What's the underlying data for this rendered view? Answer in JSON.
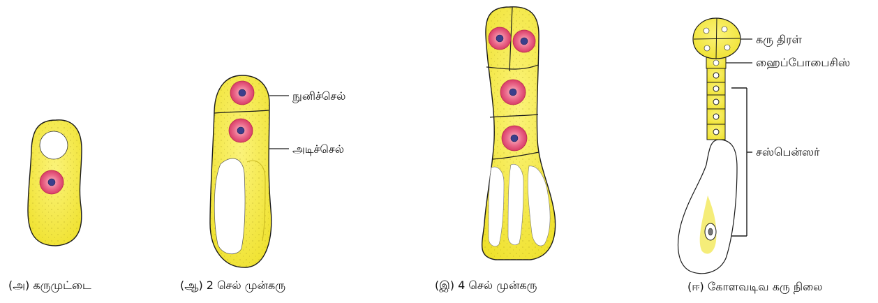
{
  "labels": {
    "apical_cell": "நுனிச்செல்",
    "basal_cell": "அடிச்செல்",
    "embryo_mass": "கரு திரள்",
    "hypophysis": "ஹைப்போபைசிஸ்",
    "suspensor": "சஸ்பென்ஸர்"
  },
  "captions": [
    "(அ) கருமுட்டை",
    "(ஆ) 2 செல் முன்கரு",
    "(இ) 4 செல் முன்கரு",
    "(ஈ) கோளவடிவ கரு நிலை"
  ],
  "colors": {
    "cytoplasm": "#f6ec3a",
    "cell_outline": "#1a1a1a",
    "nucleus": "#e8527a",
    "nucleolus": "#3b3f8c"
  }
}
